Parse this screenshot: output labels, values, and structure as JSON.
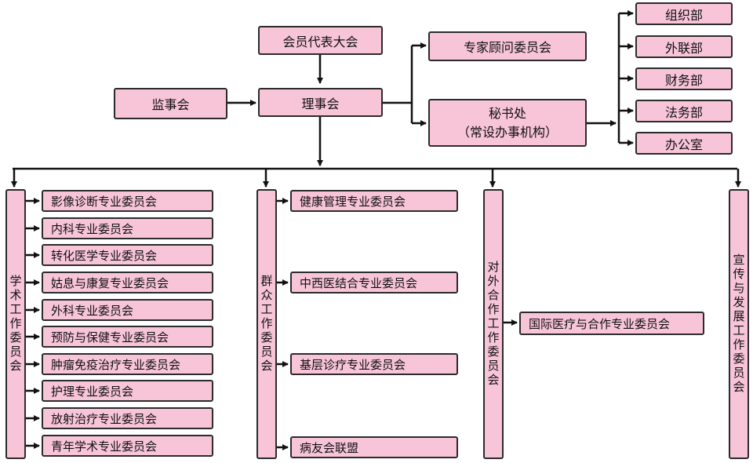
{
  "top": {
    "assembly": "会员代表大会",
    "supervisory": "监事会",
    "council": "理事会",
    "expert": "专家顾问委员会",
    "secretariat_line1": "秘书处",
    "secretariat_line2": "（常设办事机构）"
  },
  "departments": [
    "组织部",
    "外联部",
    "财务部",
    "法务部",
    "办公室"
  ],
  "groups": {
    "academic": {
      "title": "学术工作委员会",
      "items": [
        "影像诊断专业委员会",
        "内科专业委员会",
        "转化医学专业委员会",
        "姑息与康复专业委员会",
        "外科专业委员会",
        "预防与保健专业委员会",
        "肿瘤免疫治疗专业委员会",
        "护理专业委员会",
        "放射治疗专业委员会",
        "青年学术专业委员会"
      ]
    },
    "mass": {
      "title": "群众工作委员会",
      "items": [
        "健康管理专业委员会",
        "中西医结合专业委员会",
        "基层诊疗专业委员会",
        "病友会联盟"
      ]
    },
    "external": {
      "title": "对外合作工作委员会",
      "items": [
        "国际医疗与合作专业委员会"
      ]
    },
    "publicity": {
      "title": "宣传与发展工作委员会"
    }
  }
}
